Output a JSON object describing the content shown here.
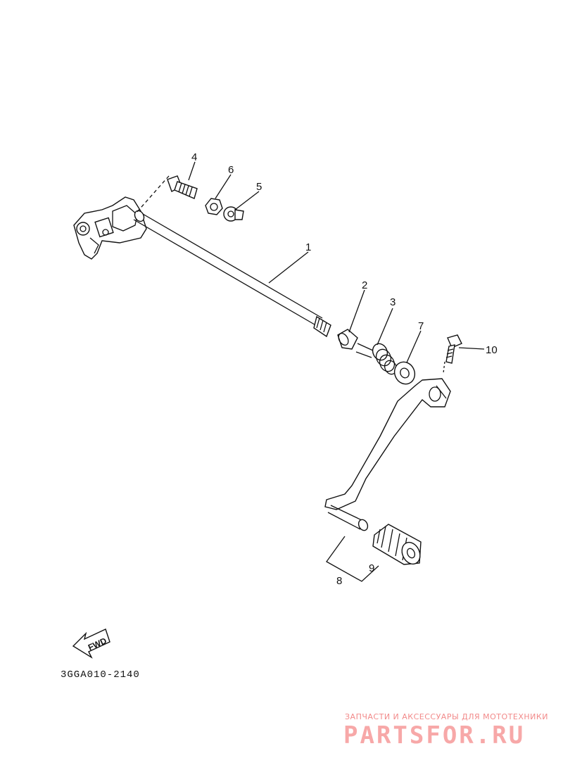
{
  "diagram": {
    "callouts": [
      {
        "number": "1",
        "part": "shift-shaft"
      },
      {
        "number": "2",
        "part": "collar"
      },
      {
        "number": "3",
        "part": "spring"
      },
      {
        "number": "4",
        "part": "bolt"
      },
      {
        "number": "5",
        "part": "washer"
      },
      {
        "number": "6",
        "part": "nut"
      },
      {
        "number": "7",
        "part": "washer"
      },
      {
        "number": "8",
        "part": "shift-pedal"
      },
      {
        "number": "9",
        "part": "pedal-rubber"
      },
      {
        "number": "10",
        "part": "bolt"
      }
    ],
    "fwd_label": "FWD",
    "drawing_code": "3GGA010-2140"
  },
  "watermark": {
    "tagline": "ЗАПЧАСТИ И АКСЕССУАРЫ ДЛЯ МОТОТЕХНИКИ",
    "brand": "PARTSFOR.RU"
  }
}
